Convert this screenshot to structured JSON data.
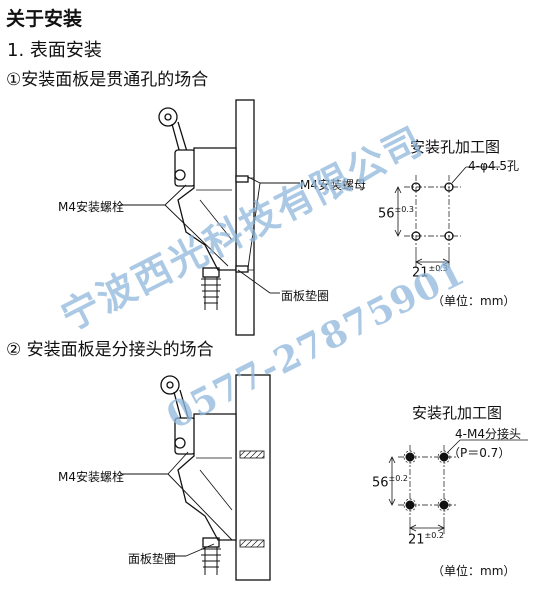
{
  "doc": {
    "title": "关于安装",
    "section1": "1. 表面安装",
    "case1": "①安装面板是贯通孔的场合",
    "case2": "② 安装面板是分接头的场合"
  },
  "fig1": {
    "bolt_label": "M4安装螺栓",
    "nut_label": "M4安装螺母",
    "washer_label": "面板垫圈",
    "hole_title": "安装孔加工图",
    "hole_spec": "4-φ4.5孔",
    "dim_v": "56",
    "dim_v_tol": "±0.3",
    "dim_h": "21",
    "dim_h_tol": "±0.3",
    "unit": "（单位：mm）"
  },
  "fig2": {
    "bolt_label": "M4安装螺栓",
    "washer_label": "面板垫圈",
    "hole_title": "安装孔加工图",
    "tap_spec": "4-M4分接头",
    "pitch": "（P＝0.7）",
    "dim_v": "56",
    "dim_v_tol": "±0.2",
    "dim_h": "21",
    "dim_h_tol": "±0.2",
    "unit": "（单位：mm）"
  },
  "watermark": {
    "company": "宁波西光科技有限公司",
    "phone": "0577-27875901",
    "color": "#8fb8dc"
  }
}
